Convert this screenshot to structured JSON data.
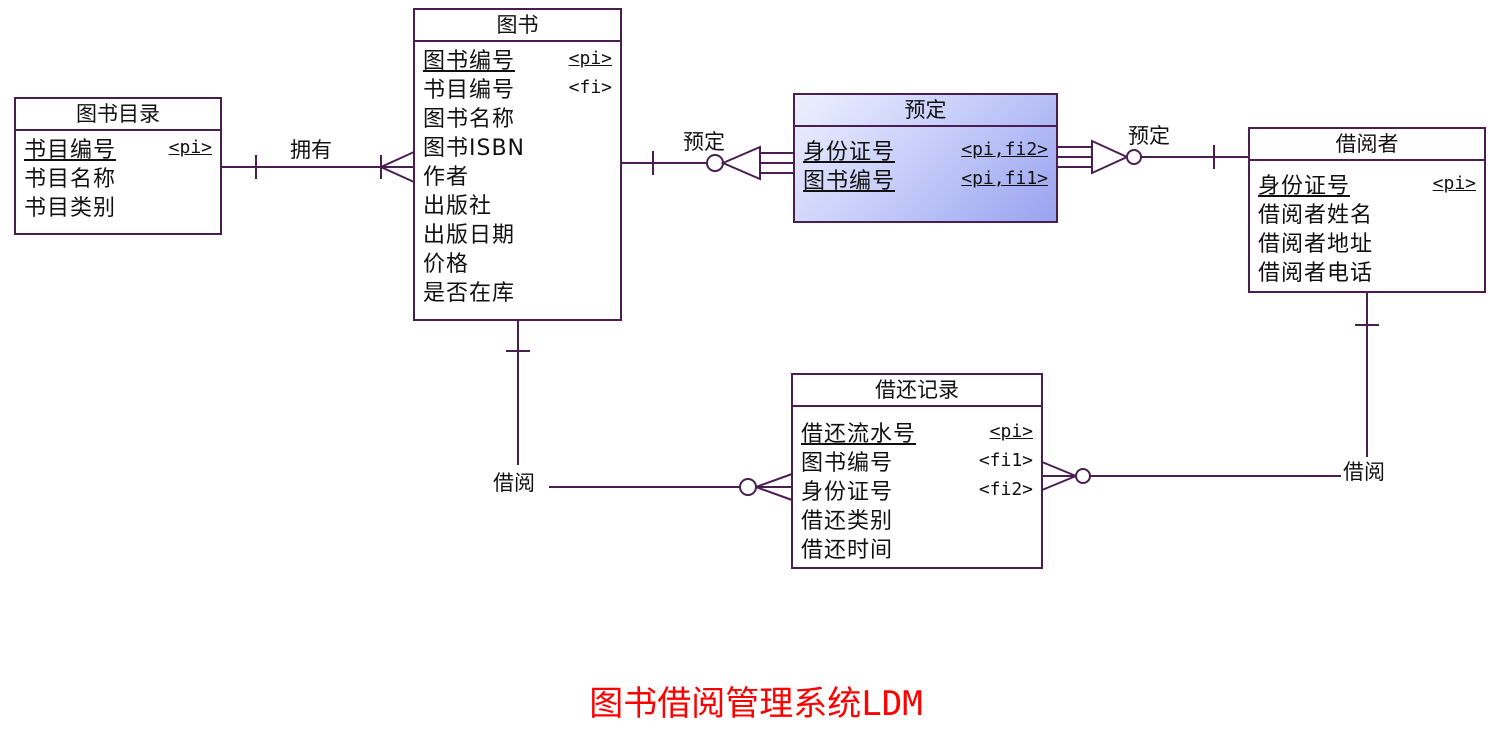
{
  "entities": {
    "catalog": {
      "title": "图书目录",
      "attrs": [
        {
          "name": "书目编号",
          "key": "<pi>"
        },
        {
          "name": "书目名称",
          "key": ""
        },
        {
          "name": "书目类别",
          "key": ""
        }
      ]
    },
    "book": {
      "title": "图书",
      "attrs": [
        {
          "name": "图书编号",
          "key": "<pi>"
        },
        {
          "name": "书目编号",
          "key": "<fi>"
        },
        {
          "name": "图书名称",
          "key": ""
        },
        {
          "name": "图书ISBN",
          "key": ""
        },
        {
          "name": "作者",
          "key": ""
        },
        {
          "name": "出版社",
          "key": ""
        },
        {
          "name": "出版日期",
          "key": ""
        },
        {
          "name": "价格",
          "key": ""
        },
        {
          "name": "是否在库",
          "key": ""
        }
      ]
    },
    "reservation": {
      "title": "预定",
      "attrs": [
        {
          "name": "身份证号",
          "key": "<pi,fi2>"
        },
        {
          "name": "图书编号",
          "key": "<pi,fi1>"
        }
      ]
    },
    "borrower": {
      "title": "借阅者",
      "attrs": [
        {
          "name": "身份证号",
          "key": "<pi>"
        },
        {
          "name": "借阅者姓名",
          "key": ""
        },
        {
          "name": "借阅者地址",
          "key": ""
        },
        {
          "name": "借阅者电话",
          "key": ""
        }
      ]
    },
    "loan": {
      "title": "借还记录",
      "attrs": [
        {
          "name": "借还流水号",
          "key": "<pi>"
        },
        {
          "name": "图书编号",
          "key": "<fi1>"
        },
        {
          "name": "身份证号",
          "key": "<fi2>"
        },
        {
          "name": "借还类别",
          "key": ""
        },
        {
          "name": "借还时间",
          "key": ""
        }
      ]
    }
  },
  "relationships": {
    "owns": "拥有",
    "reserve_book": "预定",
    "reserve_borrower": "预定",
    "borrow_book": "借阅",
    "borrow_borrower": "借阅"
  },
  "diagram_title": "图书借阅管理系统LDM",
  "colors": {
    "line": "#4a1e50",
    "title": "#ff0000",
    "selected_fill_light": "#eef0ff",
    "selected_fill_dark": "#9aa3f0"
  }
}
